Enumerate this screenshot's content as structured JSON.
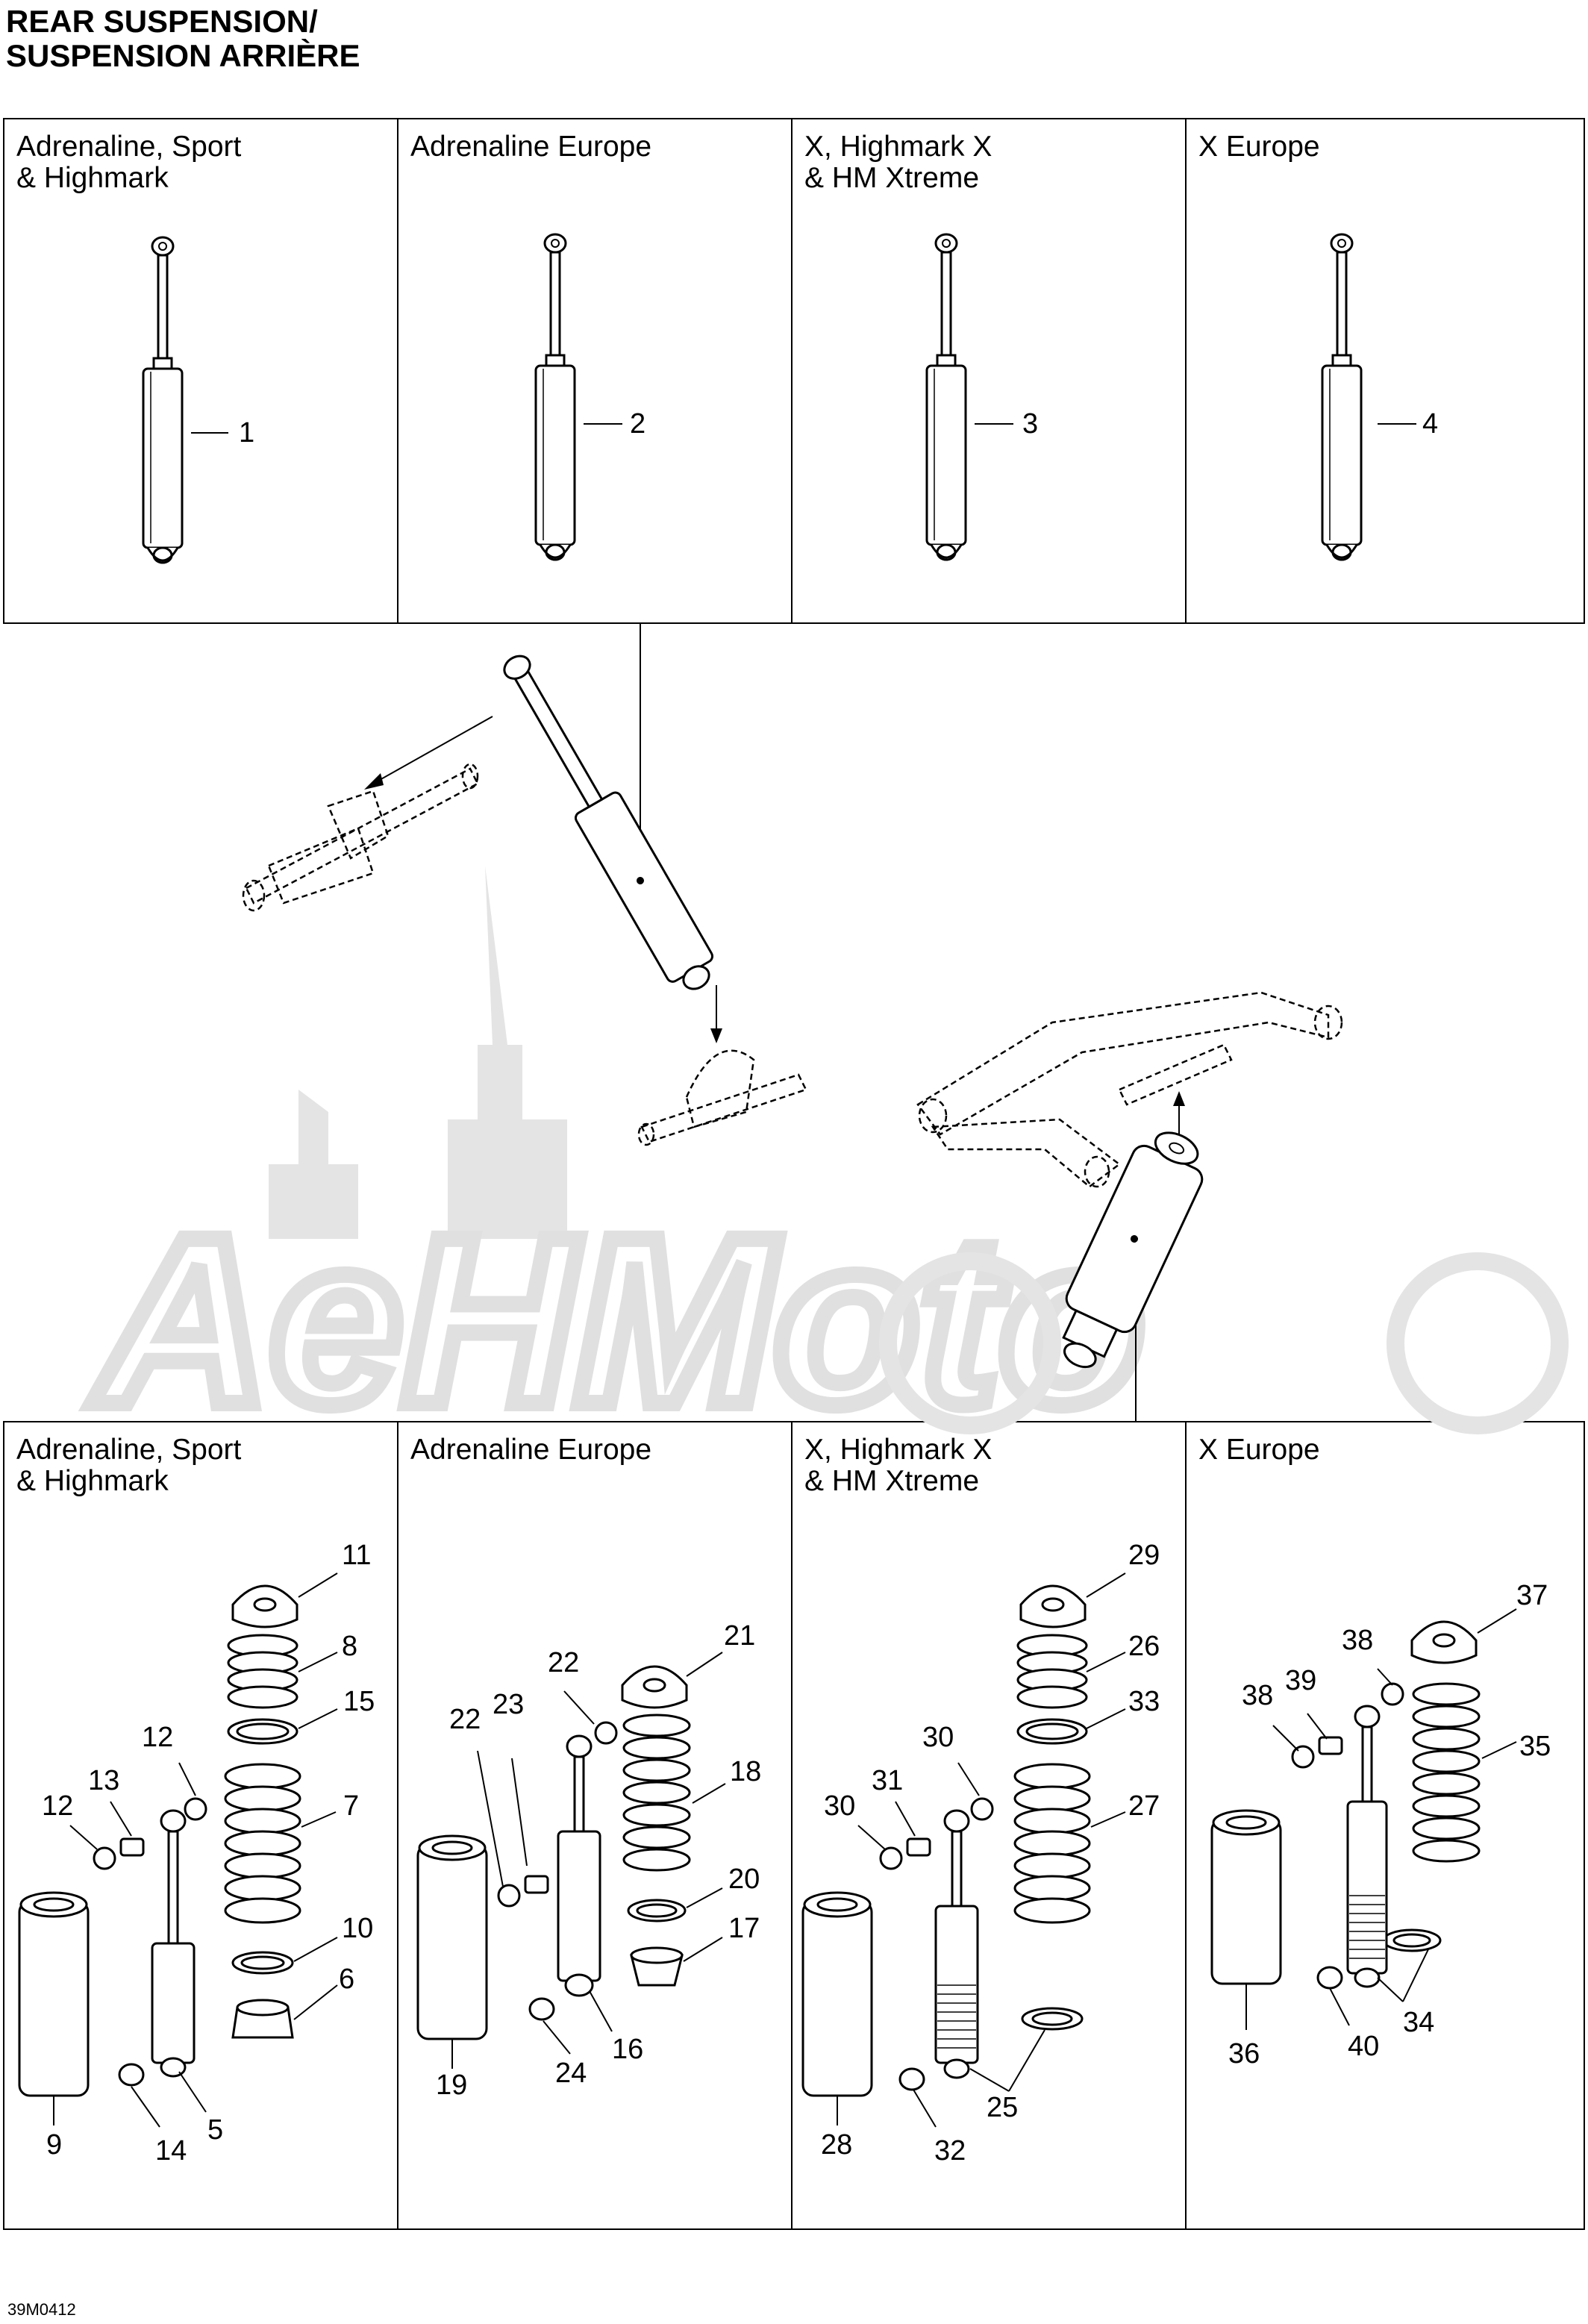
{
  "title": {
    "line1": "REAR SUSPENSION/",
    "line2": "SUSPENSION ARRIÈRE"
  },
  "top_panels": [
    {
      "label": "Adrenaline, Sport\n& Highmark",
      "part": "1"
    },
    {
      "label": "Adrenaline Europe",
      "part": "2"
    },
    {
      "label": "X, Highmark X\n& HM Xtreme",
      "part": "3"
    },
    {
      "label": "X Europe",
      "part": "4"
    }
  ],
  "bottom_panels": [
    {
      "label": "Adrenaline, Sport\n& Highmark"
    },
    {
      "label": "Adrenaline Europe"
    },
    {
      "label": "X, Highmark X\n& HM Xtreme"
    },
    {
      "label": "X Europe"
    }
  ],
  "callouts": {
    "p1": [
      "11",
      "8",
      "15",
      "12",
      "13",
      "12",
      "7",
      "10",
      "6",
      "9",
      "14",
      "5"
    ],
    "p2": [
      "21",
      "22",
      "23",
      "22",
      "18",
      "20",
      "17",
      "19",
      "24",
      "16"
    ],
    "p3": [
      "29",
      "26",
      "33",
      "30",
      "31",
      "30",
      "27",
      "25",
      "28",
      "32"
    ],
    "p4": [
      "37",
      "38",
      "39",
      "38",
      "35",
      "34",
      "36",
      "40"
    ]
  },
  "watermark": "AeHMoto",
  "drawing_code": "39M0412"
}
